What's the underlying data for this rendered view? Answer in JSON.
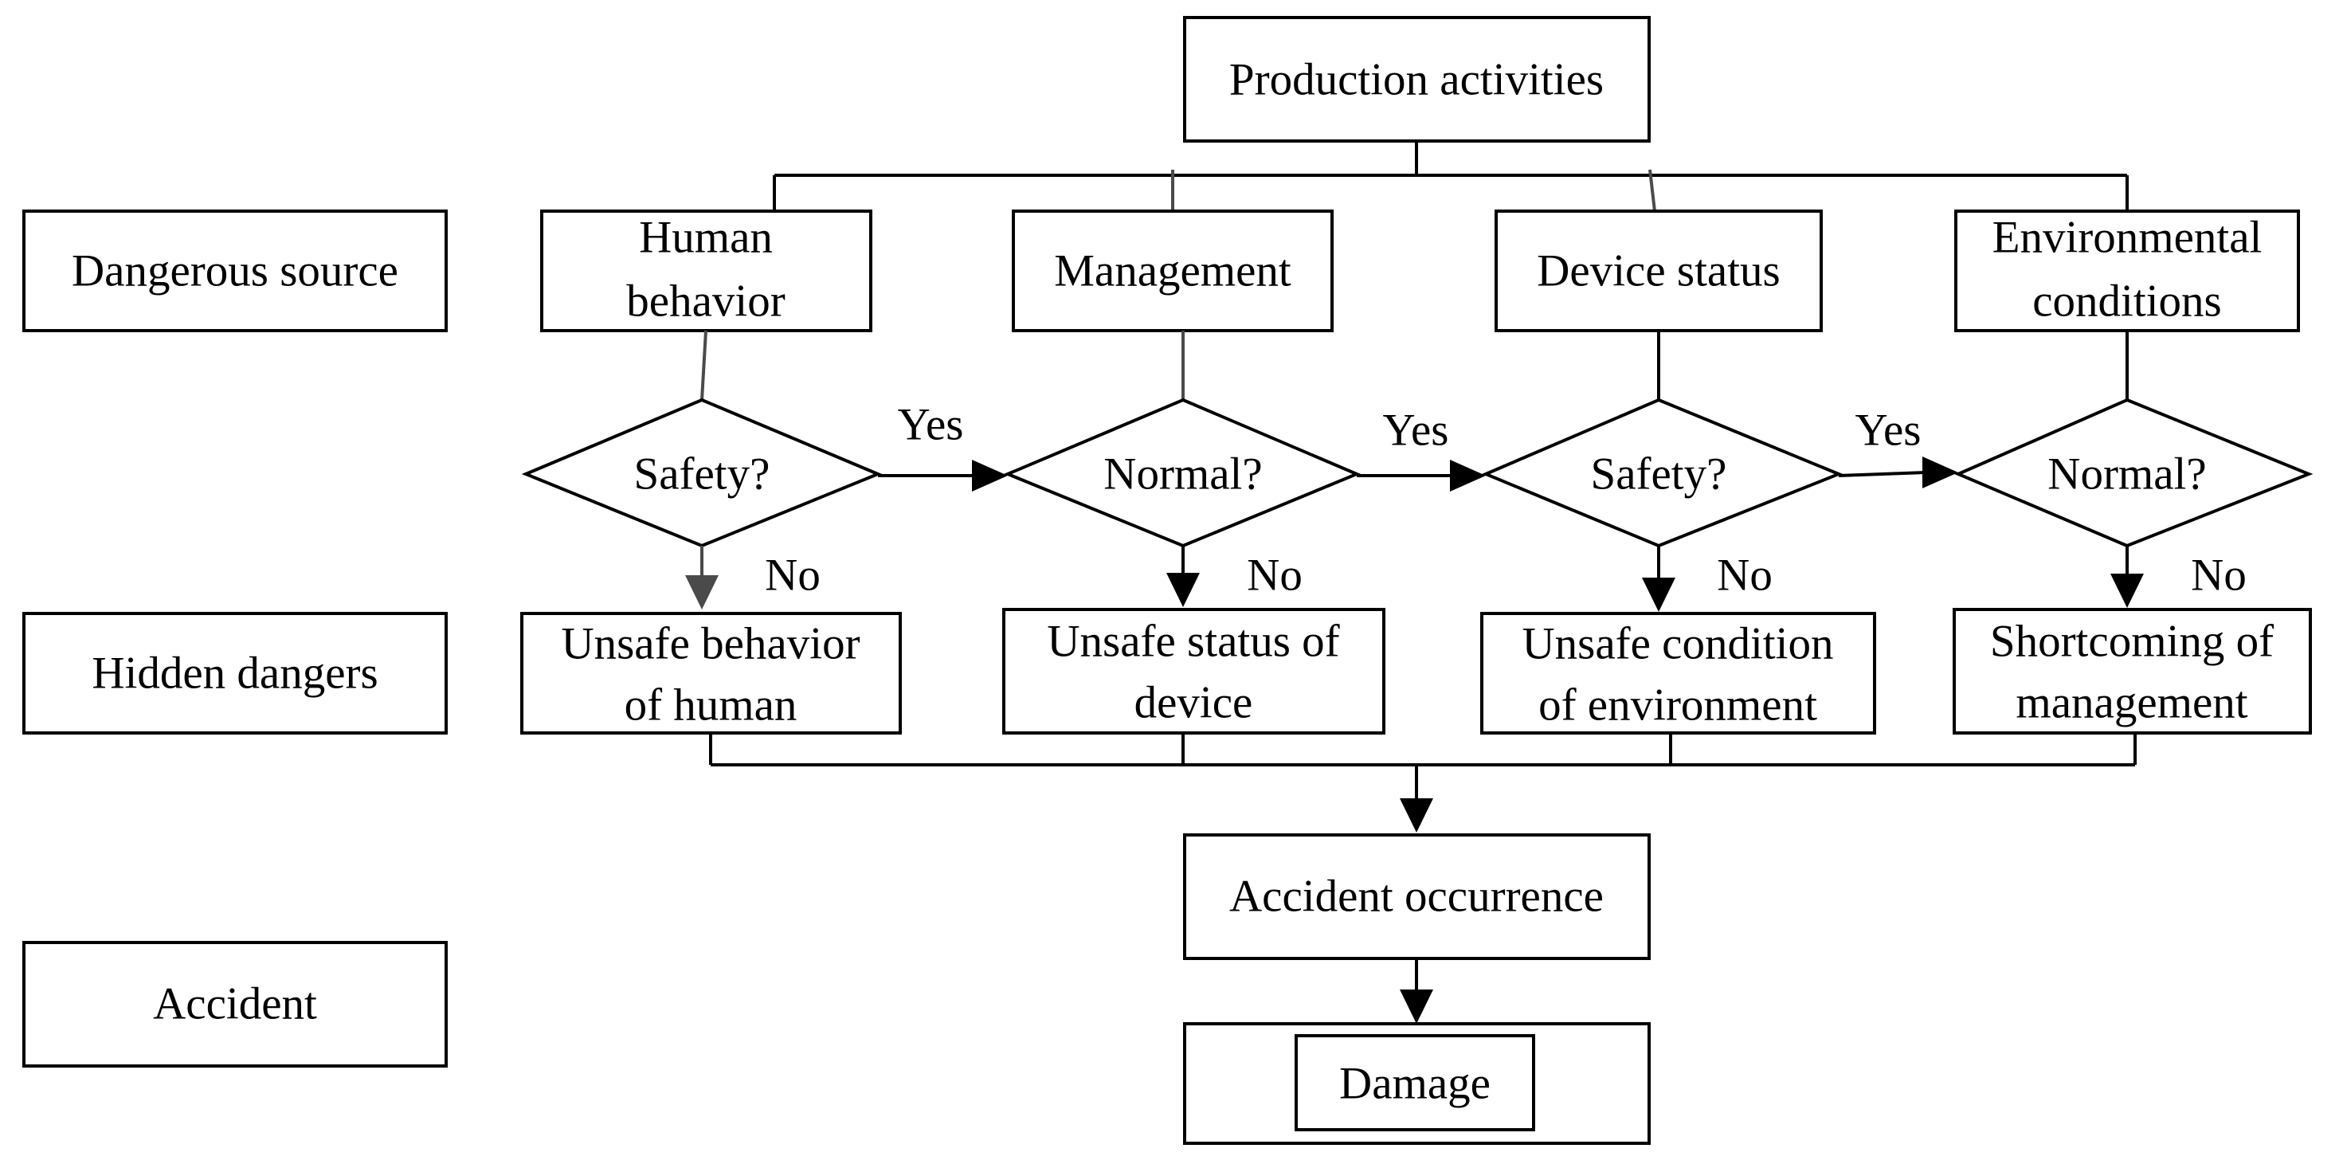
{
  "stage_labels": {
    "source": "Dangerous source",
    "hidden": "Hidden dangers",
    "accident": "Accident"
  },
  "top": {
    "production": "Production activities"
  },
  "sources": [
    {
      "line1": "Human",
      "line2": "behavior"
    },
    {
      "line1": "Management",
      "line2": ""
    },
    {
      "line1": "Device status",
      "line2": ""
    },
    {
      "line1": "Environmental",
      "line2": "conditions"
    }
  ],
  "decisions": [
    "Safety?",
    "Normal?",
    "Safety?",
    "Normal?"
  ],
  "branch_labels": {
    "yes": "Yes",
    "no": "No"
  },
  "hazards": [
    {
      "line1": "Unsafe behavior",
      "line2": "of human"
    },
    {
      "line1": "Unsafe status of",
      "line2": "device"
    },
    {
      "line1": "Unsafe condition",
      "line2": "of environment"
    },
    {
      "line1": "Shortcoming of",
      "line2": "management"
    }
  ],
  "outcome": {
    "occurrence": "Accident occurrence",
    "damage": "Damage"
  }
}
